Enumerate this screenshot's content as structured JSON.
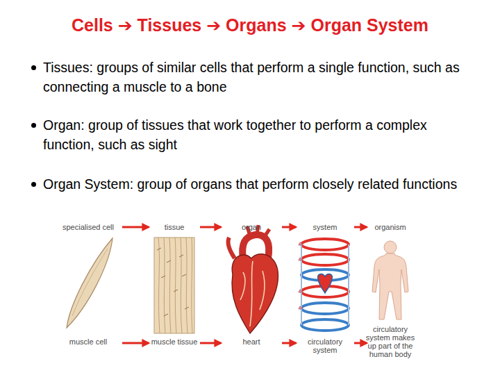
{
  "diagram": {
    "title": "Cells ➔ Tissues ➔ Organs ➔ Organ System",
    "nodes": [
      {
        "text": [
          "specialised cell",
          "muscle cell"
        ]
      },
      {
        "text": [
          "tissue",
          "muscle tissue"
        ]
      },
      {
        "text": [
          "organ",
          "heart"
        ]
      },
      {
        "text": [
          "system",
          "circulatory system"
        ]
      },
      {
        "text": [
          "organism",
          "circulatory system makes up part of the human body"
        ]
      }
    ],
    "edges": [
      {
        "from": 0,
        "to": 1,
        "arrow": "to"
      },
      {
        "from": 0,
        "to": 1,
        "arrow": "to"
      },
      {
        "from": 1,
        "to": 2,
        "arrow": "to"
      },
      {
        "from": 1,
        "to": 2,
        "arrow": "to"
      },
      {
        "from": 2,
        "to": 3,
        "arrow": "to"
      },
      {
        "from": 2,
        "to": 3,
        "arrow": "to"
      },
      {
        "from": 3,
        "to": 4,
        "arrow": "to"
      },
      {
        "from": 3,
        "to": 4,
        "arrow": "to"
      }
    ],
    "labels": [
      "Tissues: groups of similar cells that perform a single function, such as connecting a muscle to a bone",
      "Organ: group of tissues that work together to perform a complex function, such as sight",
      "Organ System: group of organs that perform closely related functions"
    ]
  }
}
